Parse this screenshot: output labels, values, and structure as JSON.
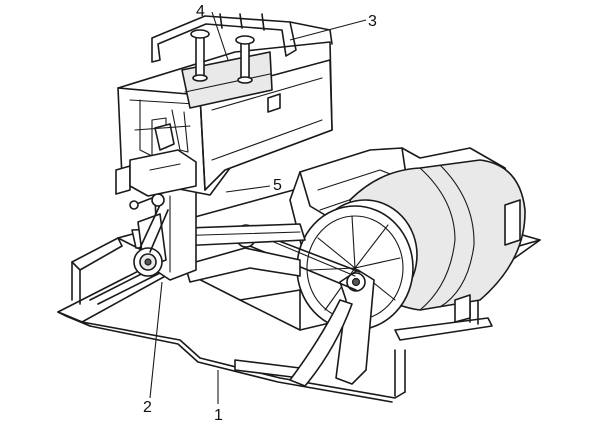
{
  "callouts": [
    {
      "id": "1",
      "text": "1"
    },
    {
      "id": "2",
      "text": "2"
    },
    {
      "id": "3",
      "text": "3"
    },
    {
      "id": "4",
      "text": "4"
    },
    {
      "id": "5",
      "text": "5"
    }
  ],
  "colors": {
    "line": "#1a1a1a",
    "background": "#ffffff",
    "shade": "#e9e9e9"
  }
}
